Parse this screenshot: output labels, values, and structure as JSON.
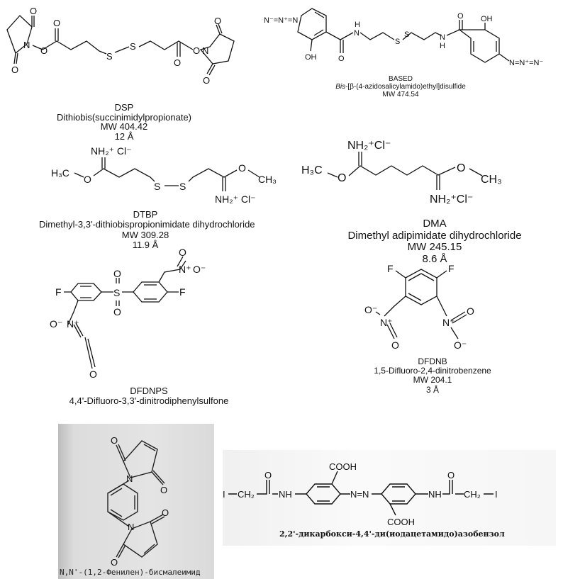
{
  "compounds": {
    "dsp": {
      "abbr": "DSP",
      "name": "Dithiobis(succinimidylpropionate)",
      "mw": "MW 404.42",
      "length": "12 Å",
      "atoms": {
        "o": "O",
        "n": "N",
        "s": "S"
      }
    },
    "based": {
      "abbr": "BASED",
      "name_italic": "Bis",
      "name_rest": "-[β-(4-azidosalicylamido)ethyl]disulfide",
      "mw": "MW 474.54",
      "atoms": {
        "azide_left": "N⁻=N⁺=N",
        "azide_right": "N=N⁺=N⁻",
        "oh": "OH",
        "o": "O",
        "h": "H",
        "n": "N",
        "s": "S"
      }
    },
    "dtbp": {
      "abbr": "DTBP",
      "name": "Dimethyl-3,3'-dithiobispropionimidate dihydrochloride",
      "mw": "MW 309.28",
      "length": "11.9 Å",
      "atoms": {
        "h3c": "H₃C",
        "ch3": "CH₃",
        "o": "O",
        "s": "S",
        "nh2cl": "NH₂⁺ Cl⁻"
      }
    },
    "dma": {
      "abbr": "DMA",
      "name": "Dimethyl adipimidate dihydrochloride",
      "mw": "MW 245.15",
      "length": "8.6 Å",
      "atoms": {
        "h3c": "H₃C",
        "ch3": "CH₃",
        "o": "O",
        "nh2cl": "NH₂⁺Cl⁻"
      }
    },
    "dfdnps": {
      "abbr": "DFDNPS",
      "name": "4,4'-Difluoro-3,3'-dinitrodiphenylsulfone",
      "atoms": {
        "f": "F",
        "s": "S",
        "o": "O",
        "nplus": "N⁺",
        "ominus": "O⁻"
      }
    },
    "dfdnb": {
      "abbr": "DFDNB",
      "name": "1,5-Difluoro-2,4-dinitrobenzene",
      "mw": "MW 204.1",
      "length": "3 Å",
      "atoms": {
        "f": "F",
        "o": "O",
        "nplus": "N⁺",
        "ominus": "O⁻"
      }
    },
    "bismaleimide": {
      "name": "N,N'-(1,2-Фенилен)-бисмалеимид",
      "atoms": {
        "o": "O",
        "n": "N"
      }
    },
    "azobenzene": {
      "name": "2,2'-дикарбокси-4,4'-ди(иодацетамидо)азобензол",
      "atoms": {
        "cooh": "COOH",
        "i": "I",
        "ch2": "CH₂",
        "c": "C",
        "nh": "NH",
        "o": "O",
        "azo": "N=N"
      }
    }
  }
}
